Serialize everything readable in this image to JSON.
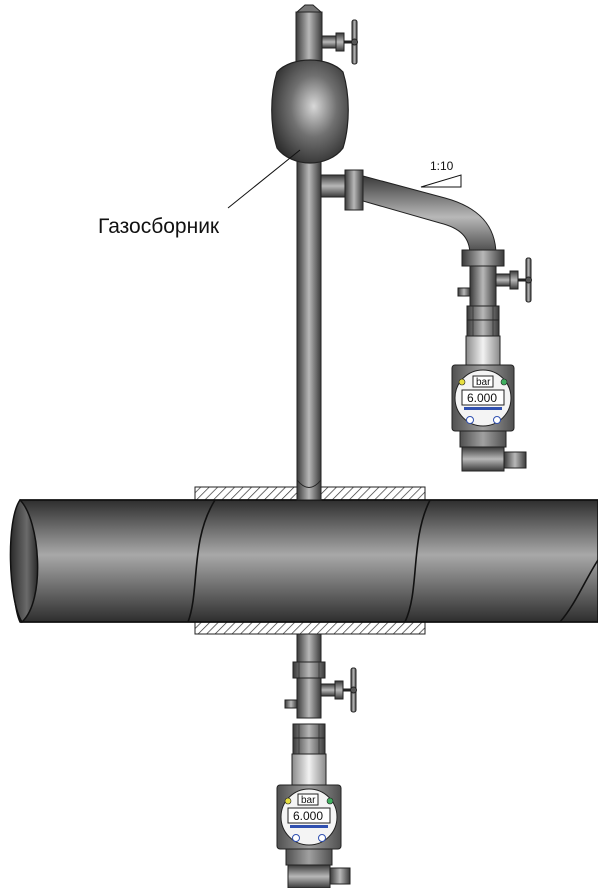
{
  "labels": {
    "gas_collector": "Газосборник",
    "slope": "1:10"
  },
  "gauges": [
    {
      "unit": "bar",
      "value": "6.000"
    },
    {
      "unit": "bar",
      "value": "6.000"
    }
  ],
  "colors": {
    "steel_dark": "#3c3c3c",
    "steel_light": "#b4b4b4",
    "gauge_blue": "#3050b0",
    "led_yellow": "#e8e040",
    "led_green": "#40b060"
  },
  "icons": {
    "valve": "valve-handwheel-icon",
    "gauge": "digital-pressure-gauge-icon"
  }
}
